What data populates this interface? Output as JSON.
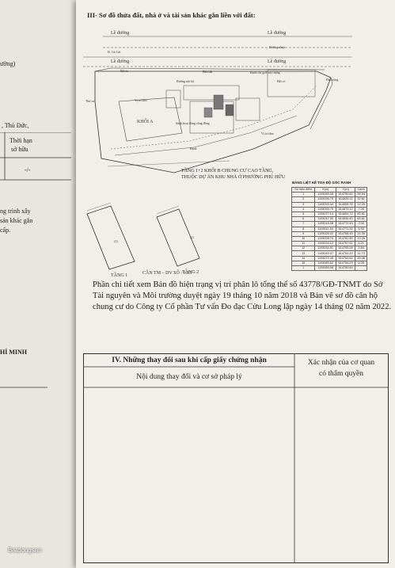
{
  "section_title": "III- Sơ đồ thửa đất, nhà ở và tài sản khác gắn liền với đất:",
  "left_page": {
    "f1": "ường)",
    "f2": ", Thủ Đức,",
    "f3": "Thời hạn",
    "f4": "sở hữu",
    "f5": "-/-",
    "f6": "ng trình xây",
    "f7": "sản khác gắn",
    "f8": "cấp.",
    "f9": "HÍ MINH"
  },
  "site_map": {
    "road_left": "Lề đường",
    "road_right": "Lề đường",
    "lane": "Đường nhựa",
    "road_name": "Đ. Gò Cát",
    "road_mid": "Lề đường",
    "road_mid2": "Lề đường",
    "area1": "Bến bãi",
    "area2": "Bãi xe",
    "area3": "Ranh chỉ giới xây dựng",
    "park": "Bãi cỏ",
    "block_a": "KHỐI A",
    "green": "Sảnh hoạt động cộng đồng",
    "drive": "Đường nội bộ",
    "ranh": "Ranh",
    "thucu": "Thổ cư",
    "road_right2": "Đất trống",
    "tower": "Vị trí tầm",
    "caption1": "TẦNG 1+2 KHỐI B CHUNG CƯ CAO TẦNG,",
    "caption2": "THUỘC DỰ ÁN KHU NHÀ Ở PHƯỜNG PHÚ HỮU"
  },
  "coord_table": {
    "title": "BẢNG LIỆT KÊ TOẠ ĐỘ GÓC RANH",
    "headers": [
      "Số hiệu điểm",
      "X(m)",
      "Y(m)",
      "Cạnh"
    ],
    "rows": [
      [
        "1",
        "1193089.08",
        "614750.60",
        "99.34"
      ],
      [
        "2",
        "1193096.70",
        "614826.11",
        "32.61"
      ],
      [
        "3",
        "1193093.44",
        "614858.76",
        "12.26"
      ],
      [
        "4",
        "1193093.79",
        "614873.12",
        "7.05"
      ],
      [
        "5",
        "1193077.14",
        "614854.72",
        "83.61"
      ],
      [
        "6",
        "1193047.30",
        "614836.40",
        "69.81"
      ],
      [
        "7",
        "1193015.08",
        "614772.43",
        "2.00"
      ],
      [
        "8",
        "1193011.54",
        "614771.32",
        "5.93"
      ],
      [
        "9",
        "1193026.02",
        "614768.49",
        "14.35"
      ],
      [
        "10",
        "1193028.70",
        "614762.50",
        "13.28"
      ],
      [
        "11",
        "1193033.12",
        "614757.61",
        "6.21"
      ],
      [
        "12",
        "1193034.51",
        "614755.28",
        "2.84"
      ],
      [
        "13",
        "1193049.07",
        "614754.49",
        "11.73"
      ],
      [
        "14",
        "1193072.45",
        "614754.64",
        "20.48"
      ],
      [
        "15",
        "1193083.62",
        "614754.29",
        "6.28"
      ],
      [
        "1",
        "1193089.08",
        "614750.60",
        ""
      ]
    ]
  },
  "floor_plans": {
    "label1": "TẦNG 1",
    "label2": "TẦNG 2",
    "scale_note": "CĂN TM – DV SỐ : 1.03",
    "room": "(1)"
  },
  "paragraph": [
    "Phần chi tiết xem Bản đồ hiện trạng vị trí phân lô tổng thể số 43778/GĐ-TNMT do Sở",
    "Tài nguyên và Môi trường duyệt ngày 19 tháng 10 năm 2018 và Bản vẽ sơ đồ căn hộ",
    "chung cư do Công ty Cổ phần Tư vấn Đo đạc Cửu Long lập ngày 14 tháng 02 năm 2022."
  ],
  "changes_table": {
    "title": "IV. Những thay đổi sau khi cấp giấy chứng nhận",
    "col1": "Nội dung thay đổi và cơ sở pháp lý",
    "col2_line1": "Xác nhận của cơ quan",
    "col2_line2": "có thẩm quyền"
  },
  "watermark": "Batdongsan",
  "colors": {
    "paper": "#f1efea",
    "ink": "#222222",
    "background": "#6f6a63"
  }
}
